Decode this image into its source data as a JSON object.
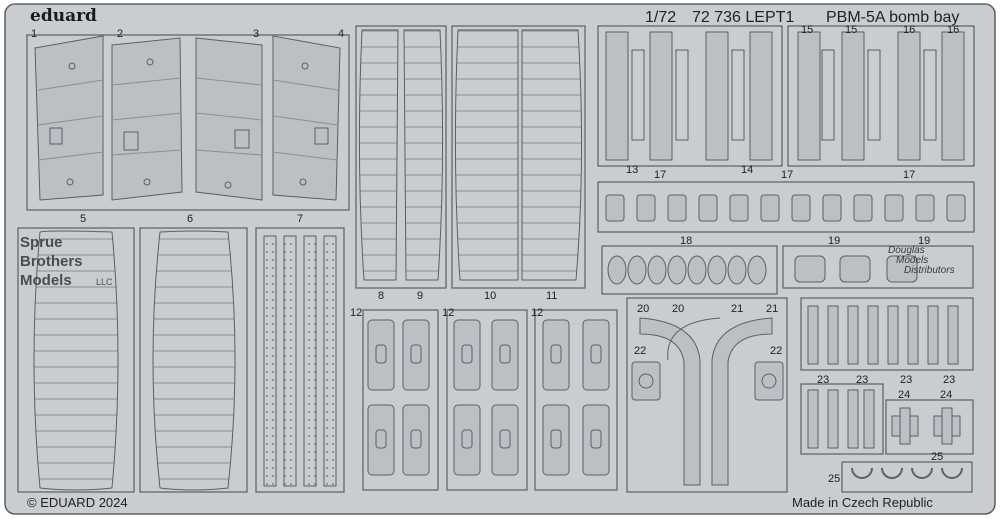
{
  "header": {
    "brand": "eduard",
    "scale": "1/72",
    "code": "72 736 LEPT1",
    "title": "PBM-5A bomb bay"
  },
  "footer": {
    "copyright": "© EDUARD 2024",
    "origin": "Made in Czech Republic"
  },
  "watermarks": {
    "left": [
      "Sprue",
      "Brothers",
      "Models"
    ],
    "left_suffix": "LLC",
    "right": [
      "Douglas",
      "Models",
      "Distributors"
    ]
  },
  "part_labels": {
    "p1": "1",
    "p2": "2",
    "p3": "3",
    "p4": "4",
    "p5": "5",
    "p6": "6",
    "p7": "7",
    "p8": "8",
    "p9": "9",
    "p10": "10",
    "p11": "11",
    "p12a": "12",
    "p12b": "12",
    "p12c": "12",
    "p13": "13",
    "p14": "14",
    "p15a": "15",
    "p15b": "15",
    "p16a": "16",
    "p16b": "16",
    "p17a": "17",
    "p17b": "17",
    "p17c": "17",
    "p18": "18",
    "p19": "19",
    "p19b": "19",
    "p20a": "20",
    "p20b": "20",
    "p21a": "21",
    "p21b": "21",
    "p22a": "22",
    "p22b": "22",
    "p23a": "23",
    "p23b": "23",
    "p23c": "23",
    "p23d": "23",
    "p24a": "24",
    "p24b": "24",
    "p25a": "25",
    "p25b": "25"
  },
  "colors": {
    "fret": "#c9ccd0",
    "part": "#bcc0c5",
    "edge": "#5c6066",
    "watermark_left": "#6d9ccb",
    "background": "#ffffff"
  }
}
